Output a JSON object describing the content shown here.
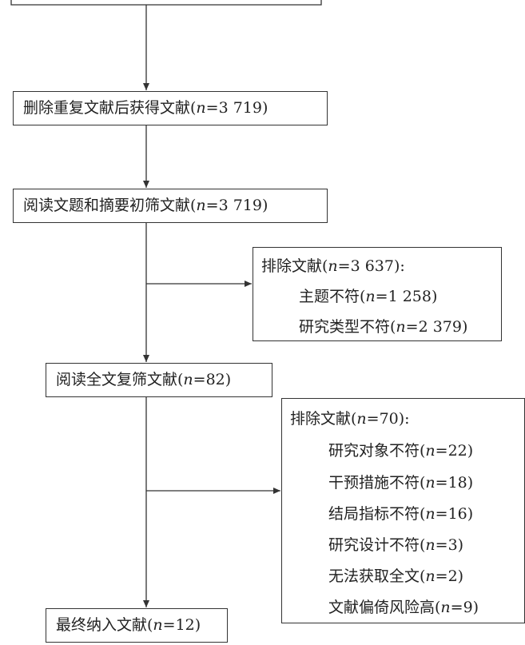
{
  "flow": {
    "step_dedup": {
      "prefix": "删除重复文献后获得文献(",
      "n": "n",
      "suffix": "=3 719)"
    },
    "step_screen": {
      "prefix": "阅读文题和摘要初筛文献(",
      "n": "n",
      "suffix": "=3 719)"
    },
    "exclude_1": {
      "header": {
        "prefix": "排除文献(",
        "n": "n",
        "suffix": "=3 637):"
      },
      "items": [
        {
          "prefix": "主题不符(",
          "n": "n",
          "suffix": "=1 258)"
        },
        {
          "prefix": "研究类型不符(",
          "n": "n",
          "suffix": "=2 379)"
        }
      ]
    },
    "step_fulltext": {
      "prefix": "阅读全文复筛文献(",
      "n": "n",
      "suffix": "=82)"
    },
    "exclude_2": {
      "header": {
        "prefix": "排除文献(",
        "n": "n",
        "suffix": "=70):"
      },
      "items": [
        {
          "prefix": "研究对象不符(",
          "n": "n",
          "suffix": "=22)"
        },
        {
          "prefix": "干预措施不符(",
          "n": "n",
          "suffix": "=18)"
        },
        {
          "prefix": "结局指标不符(",
          "n": "n",
          "suffix": "=16)"
        },
        {
          "prefix": "研究设计不符(",
          "n": "n",
          "suffix": "=3)"
        },
        {
          "prefix": "无法获取全文(",
          "n": "n",
          "suffix": "=2)"
        },
        {
          "prefix": "文献偏倚风险高(",
          "n": "n",
          "suffix": "=9)"
        }
      ]
    },
    "step_final": {
      "prefix": "最终纳入文献(",
      "n": "n",
      "suffix": "=12)"
    }
  },
  "colors": {
    "line": "#333333",
    "text": "#222222",
    "background": "#ffffff"
  }
}
